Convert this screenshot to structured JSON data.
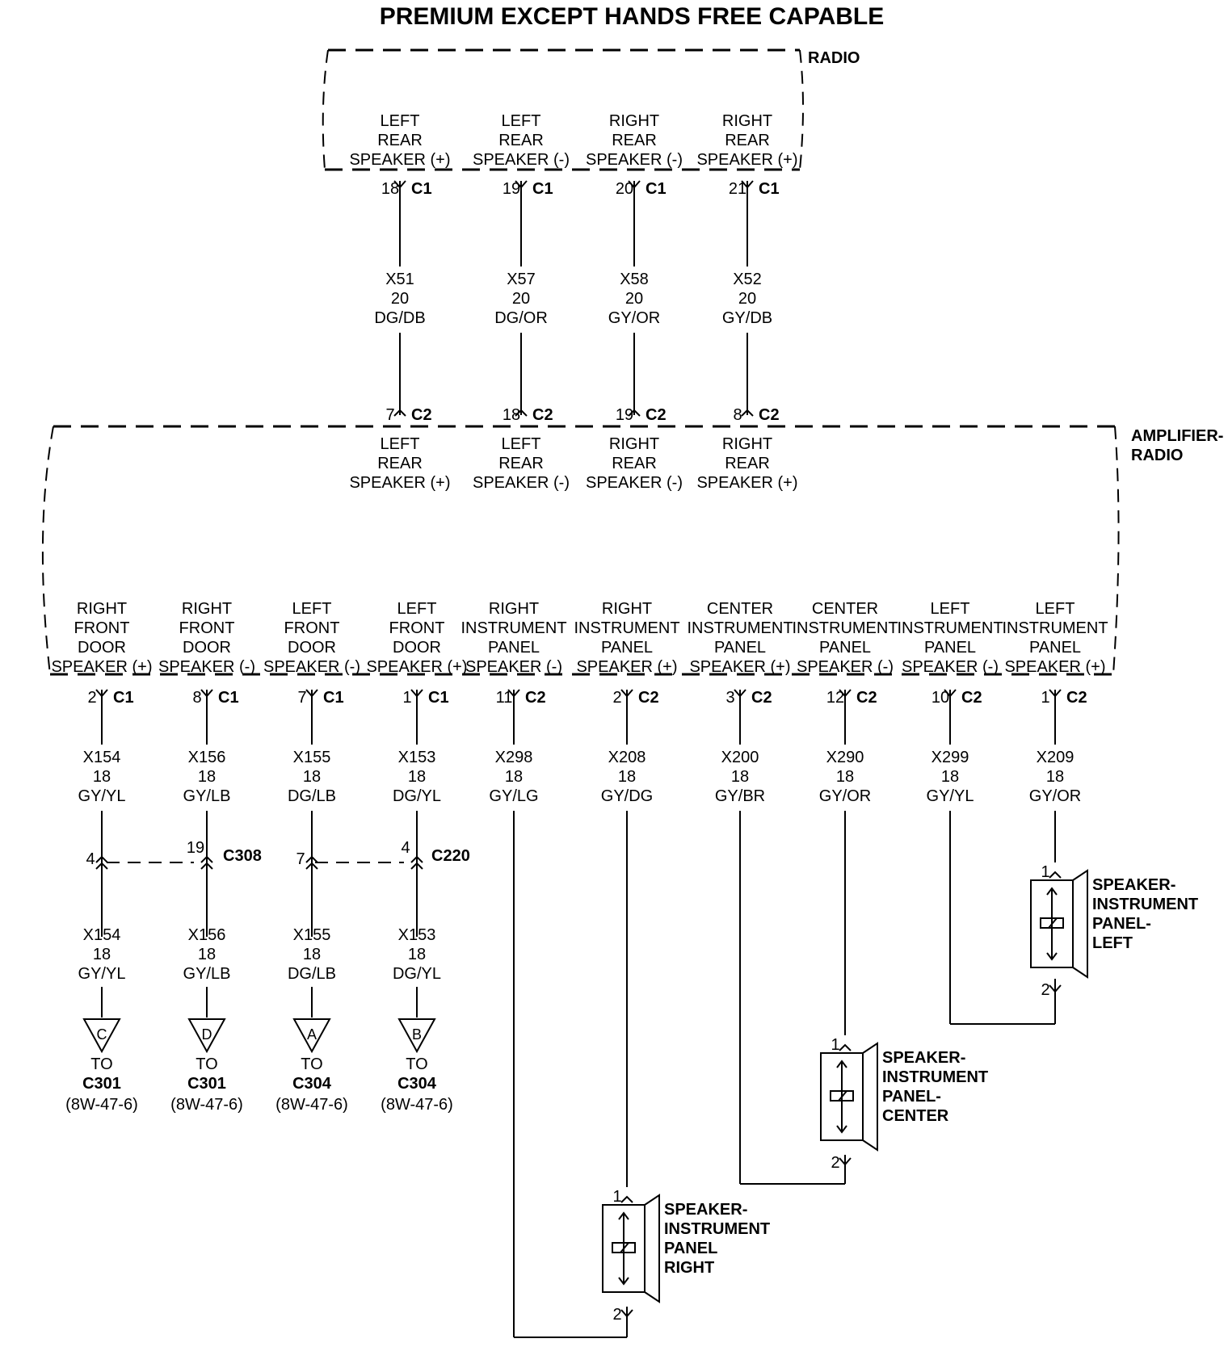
{
  "title": "PREMIUM EXCEPT HANDS FREE CAPABLE",
  "radio": {
    "label": "RADIO",
    "outputs": [
      {
        "lines": [
          "LEFT",
          "REAR",
          "SPEAKER (+)"
        ],
        "pin": "18",
        "conn": "C1",
        "circuit": "X51",
        "gauge": "20",
        "color": "DG/DB",
        "amp_pin": "7",
        "amp_conn": "C2"
      },
      {
        "lines": [
          "LEFT",
          "REAR",
          "SPEAKER (-)"
        ],
        "pin": "19",
        "conn": "C1",
        "circuit": "X57",
        "gauge": "20",
        "color": "DG/OR",
        "amp_pin": "18",
        "amp_conn": "C2"
      },
      {
        "lines": [
          "RIGHT",
          "REAR",
          "SPEAKER (-)"
        ],
        "pin": "20",
        "conn": "C1",
        "circuit": "X58",
        "gauge": "20",
        "color": "GY/OR",
        "amp_pin": "19",
        "amp_conn": "C2"
      },
      {
        "lines": [
          "RIGHT",
          "REAR",
          "SPEAKER (+)"
        ],
        "pin": "21",
        "conn": "C1",
        "circuit": "X52",
        "gauge": "20",
        "color": "GY/DB",
        "amp_pin": "8",
        "amp_conn": "C2"
      }
    ]
  },
  "amplifier": {
    "label_line1": "AMPLIFIER-",
    "label_line2": "RADIO",
    "inputs": [
      [
        "LEFT",
        "REAR",
        "SPEAKER (+)"
      ],
      [
        "LEFT",
        "REAR",
        "SPEAKER (-)"
      ],
      [
        "RIGHT",
        "REAR",
        "SPEAKER (-)"
      ],
      [
        "RIGHT",
        "REAR",
        "SPEAKER (+)"
      ]
    ],
    "outputs": [
      {
        "lines": [
          "RIGHT",
          "FRONT",
          "DOOR",
          "SPEAKER (+)"
        ],
        "pin": "2",
        "conn": "C1",
        "circuit": "X154",
        "gauge": "18",
        "color": "GY/YL"
      },
      {
        "lines": [
          "RIGHT",
          "FRONT",
          "DOOR",
          "SPEAKER (-)"
        ],
        "pin": "8",
        "conn": "C1",
        "circuit": "X156",
        "gauge": "18",
        "color": "GY/LB"
      },
      {
        "lines": [
          "LEFT",
          "FRONT",
          "DOOR",
          "SPEAKER (-)"
        ],
        "pin": "7",
        "conn": "C1",
        "circuit": "X155",
        "gauge": "18",
        "color": "DG/LB"
      },
      {
        "lines": [
          "LEFT",
          "FRONT",
          "DOOR",
          "SPEAKER (+)"
        ],
        "pin": "1",
        "conn": "C1",
        "circuit": "X153",
        "gauge": "18",
        "color": "DG/YL"
      },
      {
        "lines": [
          "RIGHT",
          "INSTRUMENT",
          "PANEL",
          "SPEAKER (-)"
        ],
        "pin": "11",
        "conn": "C2",
        "circuit": "X298",
        "gauge": "18",
        "color": "GY/LG"
      },
      {
        "lines": [
          "RIGHT",
          "INSTRUMENT",
          "PANEL",
          "SPEAKER (+)"
        ],
        "pin": "2",
        "conn": "C2",
        "circuit": "X208",
        "gauge": "18",
        "color": "GY/DG"
      },
      {
        "lines": [
          "CENTER",
          "INSTRUMENT",
          "PANEL",
          "SPEAKER (+)"
        ],
        "pin": "3",
        "conn": "C2",
        "circuit": "X200",
        "gauge": "18",
        "color": "GY/BR"
      },
      {
        "lines": [
          "CENTER",
          "INSTRUMENT",
          "PANEL",
          "SPEAKER (-)"
        ],
        "pin": "12",
        "conn": "C2",
        "circuit": "X290",
        "gauge": "18",
        "color": "GY/OR"
      },
      {
        "lines": [
          "LEFT",
          "INSTRUMENT",
          "PANEL",
          "SPEAKER (-)"
        ],
        "pin": "10",
        "conn": "C2",
        "circuit": "X299",
        "gauge": "18",
        "color": "GY/YL"
      },
      {
        "lines": [
          "LEFT",
          "INSTRUMENT",
          "PANEL",
          "SPEAKER (+)"
        ],
        "pin": "1",
        "conn": "C2",
        "circuit": "X209",
        "gauge": "18",
        "color": "GY/OR"
      }
    ]
  },
  "inline_connectors": [
    {
      "pin": "4"
    },
    {
      "pin": "19",
      "label": "C308"
    },
    {
      "pin": "7"
    },
    {
      "pin": "4",
      "label": "C220"
    }
  ],
  "door_continuations": [
    {
      "circuit": "X154",
      "gauge": "18",
      "color": "GY/YL",
      "letter": "C",
      "to": "TO",
      "dest": "C301",
      "ref": "(8W-47-6)"
    },
    {
      "circuit": "X156",
      "gauge": "18",
      "color": "GY/LB",
      "letter": "D",
      "to": "TO",
      "dest": "C301",
      "ref": "(8W-47-6)"
    },
    {
      "circuit": "X155",
      "gauge": "18",
      "color": "DG/LB",
      "letter": "A",
      "to": "TO",
      "dest": "C304",
      "ref": "(8W-47-6)"
    },
    {
      "circuit": "X153",
      "gauge": "18",
      "color": "DG/YL",
      "letter": "B",
      "to": "TO",
      "dest": "C304",
      "ref": "(8W-47-6)"
    }
  ],
  "speakers": [
    {
      "name_lines": [
        "SPEAKER-",
        "INSTRUMENT",
        "PANEL",
        "RIGHT"
      ],
      "pin_top": "1",
      "pin_bottom": "2"
    },
    {
      "name_lines": [
        "SPEAKER-",
        "INSTRUMENT",
        "PANEL-",
        "CENTER"
      ],
      "pin_top": "1",
      "pin_bottom": "2"
    },
    {
      "name_lines": [
        "SPEAKER-",
        "INSTRUMENT",
        "PANEL-",
        "LEFT"
      ],
      "pin_top": "1",
      "pin_bottom": "2"
    }
  ]
}
